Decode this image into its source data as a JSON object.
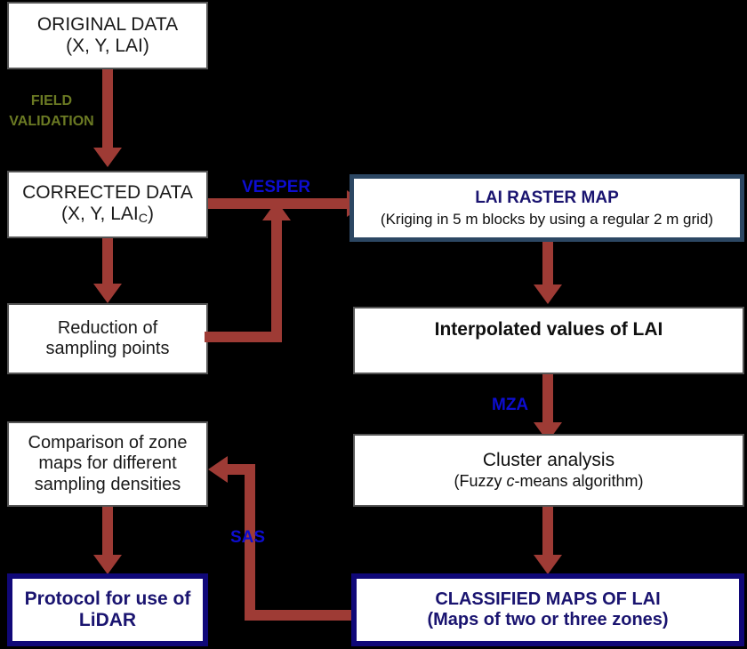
{
  "diagram": {
    "title": "LAI mapping and zone delineation workflow",
    "background_color": "#000000",
    "arrow_color": "#9E3B35",
    "accent_blue": "#1A1470",
    "label_blue": "#0D0DD0",
    "label_olive": "#6B7A23",
    "slate_border": "#2C4763",
    "deep_navy_border": "#100878"
  },
  "nodes": {
    "original_data": {
      "line1": "ORIGINAL DATA",
      "line2": "(X, Y, LAI)"
    },
    "corrected_data": {
      "line1": "CORRECTED DATA",
      "line2_prefix": "(X, Y, LAI",
      "line2_sub": "C",
      "line2_suffix": ")"
    },
    "reduction": {
      "line1": "Reduction of",
      "line2": "sampling points"
    },
    "comparison": {
      "line1": "Comparison of zone",
      "line2": "maps for different",
      "line3": "sampling densities"
    },
    "protocol": {
      "line1": "Protocol for use of",
      "line2": "LiDAR"
    },
    "lai_raster_map": {
      "line1": "LAI RASTER MAP",
      "line2": "(Kriging in 5 m blocks by using a regular 2 m grid)"
    },
    "interpolated": {
      "line1": "Interpolated values of LAI"
    },
    "cluster_analysis": {
      "line1": "Cluster analysis",
      "line2_prefix": "(Fuzzy ",
      "line2_italic": "c",
      "line2_suffix": "-means algorithm)"
    },
    "classified_maps": {
      "line1": "CLASSIFIED MAPS OF LAI",
      "line2": "(Maps of two or three zones)"
    }
  },
  "edge_labels": {
    "field_validation_l1": "FIELD",
    "field_validation_l2": "VALIDATION",
    "vesper": "VESPER",
    "mza": "MZA",
    "sas": "SAS"
  }
}
